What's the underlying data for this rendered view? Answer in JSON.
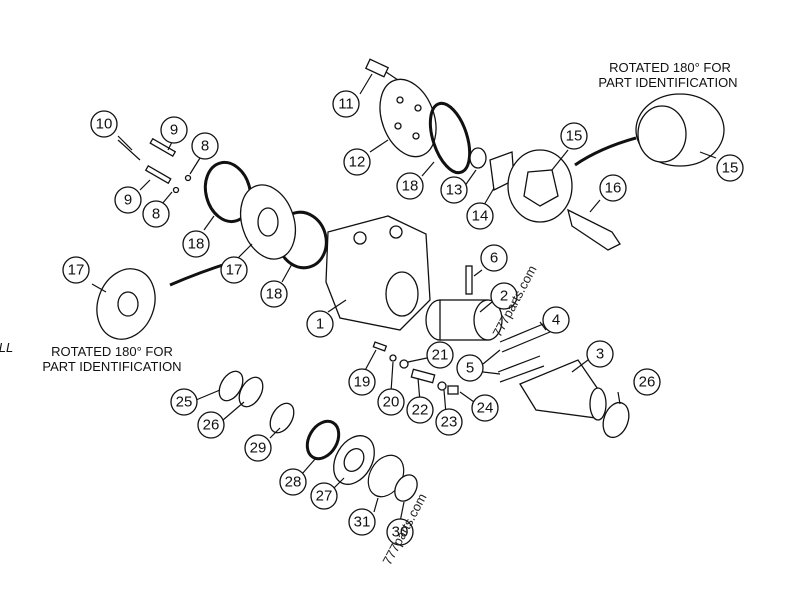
{
  "captions": {
    "top_right": [
      "ROTATED 180° FOR",
      "PART IDENTIFICATION"
    ],
    "left": [
      "ROTATED 180° FOR",
      "PART IDENTIFICATION"
    ],
    "edge_fragment": "LL"
  },
  "watermarks": [
    "777parts.com",
    "777parts.com"
  ],
  "callouts": [
    "1",
    "2",
    "3",
    "4",
    "5",
    "6",
    "8",
    "8",
    "9",
    "9",
    "10",
    "11",
    "12",
    "13",
    "14",
    "15",
    "15",
    "16",
    "17",
    "17",
    "18",
    "18",
    "18",
    "19",
    "20",
    "21",
    "22",
    "23",
    "24",
    "25",
    "26",
    "26",
    "27",
    "28",
    "29",
    "31",
    "30"
  ]
}
